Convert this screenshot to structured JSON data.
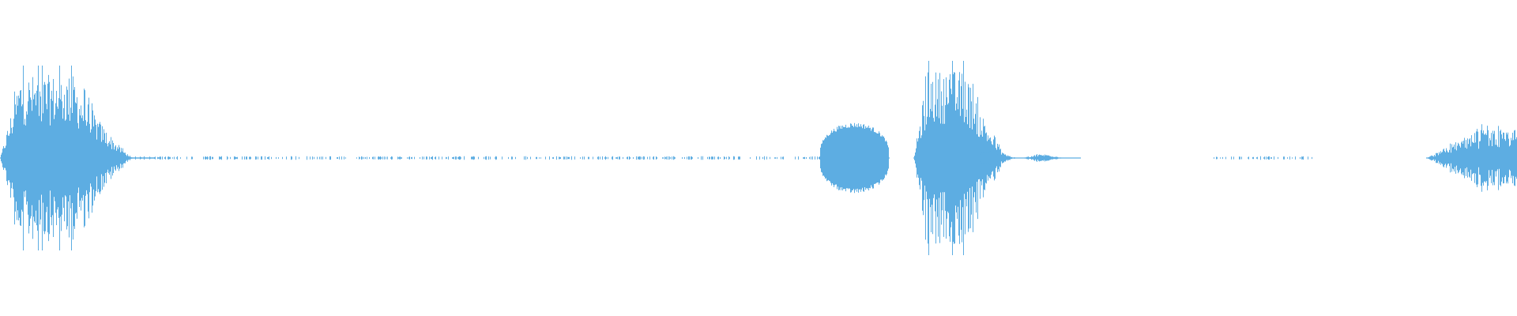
{
  "waveform": {
    "color": "#5dade2",
    "background": "#ffffff",
    "amplitude_range": [
      -1,
      1
    ],
    "segments": [
      {
        "name": "burst-1",
        "start": 0.0,
        "end": 0.087,
        "peak": 0.78,
        "shape": "burst"
      },
      {
        "name": "ticks-1",
        "start": 0.087,
        "end": 0.54,
        "peak": 0.01,
        "shape": "ticks"
      },
      {
        "name": "tone-1",
        "start": 0.54,
        "end": 0.586,
        "peak": 0.3,
        "shape": "tone"
      },
      {
        "name": "burst-2",
        "start": 0.602,
        "end": 0.664,
        "peak": 0.82,
        "shape": "burst"
      },
      {
        "name": "tail-2",
        "start": 0.646,
        "end": 0.712,
        "peak": 0.1,
        "shape": "tail"
      },
      {
        "name": "ticks-2",
        "start": 0.8,
        "end": 0.865,
        "peak": 0.01,
        "shape": "ticks"
      },
      {
        "name": "burst-3",
        "start": 0.94,
        "end": 1.0,
        "peak": 0.3,
        "shape": "rise"
      }
    ]
  }
}
